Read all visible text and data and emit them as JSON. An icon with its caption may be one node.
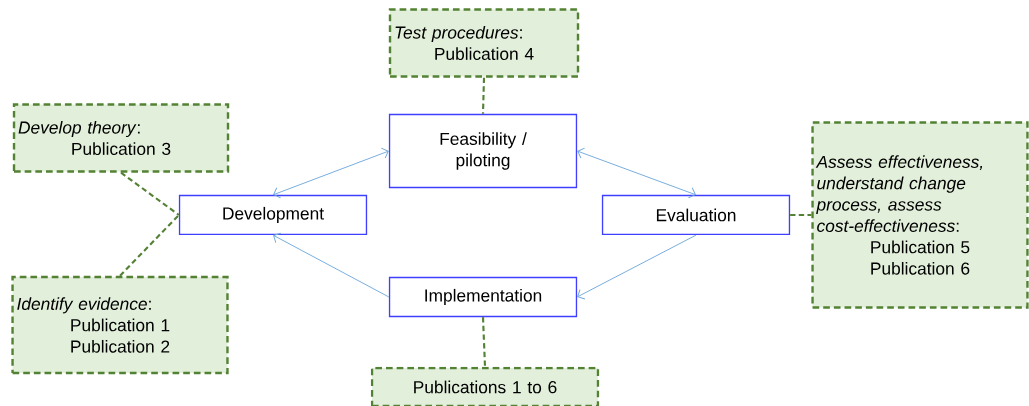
{
  "diagram": {
    "nodes": [
      {
        "text": [
          "*Test procedures*:",
          "Publication 4"
        ]
      },
      {
        "text": [
          "*Develop theory*:",
          "Publication 3"
        ]
      },
      {
        "text": [
          "Feasibility / piloting"
        ]
      },
      {
        "text": [
          "*Assess effectiveness, understand change process, assess cost-effectiveness*:",
          "Publication 5",
          "Publication 6"
        ]
      },
      {
        "text": [
          "Development"
        ]
      },
      {
        "text": [
          "Evaluation"
        ]
      },
      {
        "text": [
          "Implementation"
        ]
      },
      {
        "text": [
          "*Identify evidence*:",
          "Publication 1",
          "Publication 2"
        ]
      },
      {
        "text": [
          "Publications 1 to 6"
        ]
      }
    ],
    "edges": [
      {
        "from": 4,
        "to": 2,
        "arrow": "both",
        "color": "#6fa8dc"
      },
      {
        "from": 2,
        "to": 5,
        "arrow": "both",
        "color": "#6fa8dc"
      },
      {
        "from": 5,
        "to": 6,
        "arrow": "to",
        "color": "#6fa8dc"
      },
      {
        "from": 6,
        "to": 4,
        "arrow": "to",
        "color": "#6fa8dc"
      },
      {
        "from": 0,
        "to": 2,
        "arrow": "none",
        "style": "dashed",
        "color": "#548235"
      },
      {
        "from": 1,
        "to": 4,
        "arrow": "none",
        "style": "dashed",
        "color": "#548235"
      },
      {
        "from": 7,
        "to": 4,
        "arrow": "none",
        "style": "dashed",
        "color": "#548235"
      },
      {
        "from": 5,
        "to": 3,
        "arrow": "none",
        "style": "dashed",
        "color": "#548235"
      },
      {
        "from": 6,
        "to": 8,
        "arrow": "none",
        "style": "dashed",
        "color": "#548235"
      }
    ]
  }
}
